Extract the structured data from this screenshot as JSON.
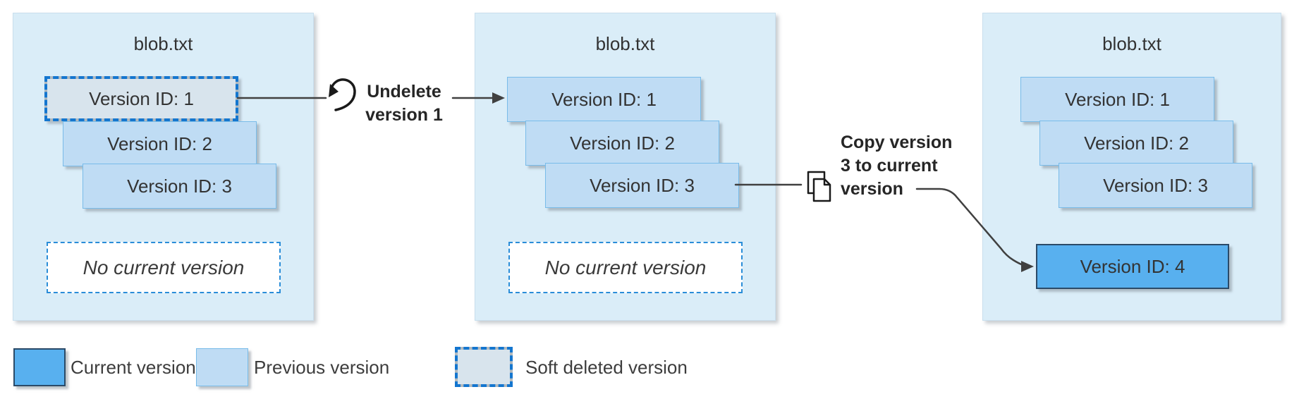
{
  "panels": [
    {
      "title": "blob.txt",
      "versions": [
        {
          "label": "Version ID: 1",
          "state": "soft-deleted"
        },
        {
          "label": "Version ID: 2",
          "state": "previous"
        },
        {
          "label": "Version ID: 3",
          "state": "previous"
        }
      ],
      "footer": "No current version"
    },
    {
      "title": "blob.txt",
      "versions": [
        {
          "label": "Version ID: 1",
          "state": "previous"
        },
        {
          "label": "Version ID: 2",
          "state": "previous"
        },
        {
          "label": "Version ID: 3",
          "state": "previous"
        }
      ],
      "footer": "No current version"
    },
    {
      "title": "blob.txt",
      "versions": [
        {
          "label": "Version ID: 1",
          "state": "previous"
        },
        {
          "label": "Version ID: 2",
          "state": "previous"
        },
        {
          "label": "Version ID: 3",
          "state": "previous"
        },
        {
          "label": "Version ID: 4",
          "state": "current"
        }
      ]
    }
  ],
  "actions": [
    {
      "label": "Undelete\nversion 1",
      "icon": "undo-icon"
    },
    {
      "label": "Copy version\n3 to current\nversion",
      "icon": "copy-icon"
    }
  ],
  "legend": [
    {
      "label": "Current version",
      "swatch": "current"
    },
    {
      "label": "Previous version",
      "swatch": "previous"
    },
    {
      "label": "Soft deleted version",
      "swatch": "soft-deleted"
    }
  ],
  "colors": {
    "panel_background": "#daedf8",
    "previous_version_fill": "#bfdcf4",
    "previous_version_border": "#79bce9",
    "current_version_fill": "#58b0ef",
    "current_version_border": "#2b4a68",
    "soft_deleted_fill": "#d8e4ed",
    "soft_deleted_dash_blue": "#1476cf",
    "soft_deleted_dash_gray": "#b1b9be",
    "no_current_border": "#2a8dd8",
    "connector_line": "#404040"
  }
}
